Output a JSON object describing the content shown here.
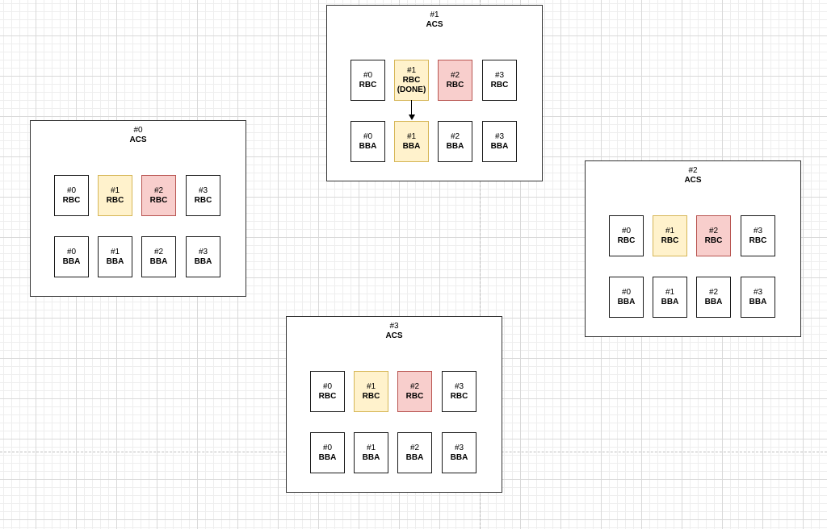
{
  "acs_label": "ACS",
  "boxes": [
    {
      "num": "#0",
      "rbc": [
        {
          "num": "#0",
          "label": "RBC",
          "status": ""
        },
        {
          "num": "#1",
          "label": "RBC",
          "status": ""
        },
        {
          "num": "#2",
          "label": "RBC",
          "status": ""
        },
        {
          "num": "#3",
          "label": "RBC",
          "status": ""
        }
      ],
      "bba": [
        {
          "num": "#0",
          "label": "BBA"
        },
        {
          "num": "#1",
          "label": "BBA"
        },
        {
          "num": "#2",
          "label": "BBA"
        },
        {
          "num": "#3",
          "label": "BBA"
        }
      ]
    },
    {
      "num": "#1",
      "rbc": [
        {
          "num": "#0",
          "label": "RBC",
          "status": ""
        },
        {
          "num": "#1",
          "label": "RBC",
          "status": "(DONE)"
        },
        {
          "num": "#2",
          "label": "RBC",
          "status": ""
        },
        {
          "num": "#3",
          "label": "RBC",
          "status": ""
        }
      ],
      "bba": [
        {
          "num": "#0",
          "label": "BBA"
        },
        {
          "num": "#1",
          "label": "BBA"
        },
        {
          "num": "#2",
          "label": "BBA"
        },
        {
          "num": "#3",
          "label": "BBA"
        }
      ]
    },
    {
      "num": "#2",
      "rbc": [
        {
          "num": "#0",
          "label": "RBC",
          "status": ""
        },
        {
          "num": "#1",
          "label": "RBC",
          "status": ""
        },
        {
          "num": "#2",
          "label": "RBC",
          "status": ""
        },
        {
          "num": "#3",
          "label": "RBC",
          "status": ""
        }
      ],
      "bba": [
        {
          "num": "#0",
          "label": "BBA"
        },
        {
          "num": "#1",
          "label": "BBA"
        },
        {
          "num": "#2",
          "label": "BBA"
        },
        {
          "num": "#3",
          "label": "BBA"
        }
      ]
    },
    {
      "num": "#3",
      "rbc": [
        {
          "num": "#0",
          "label": "RBC",
          "status": ""
        },
        {
          "num": "#1",
          "label": "RBC",
          "status": ""
        },
        {
          "num": "#2",
          "label": "RBC",
          "status": ""
        },
        {
          "num": "#3",
          "label": "RBC",
          "status": ""
        }
      ],
      "bba": [
        {
          "num": "#0",
          "label": "BBA"
        },
        {
          "num": "#1",
          "label": "BBA"
        },
        {
          "num": "#2",
          "label": "BBA"
        },
        {
          "num": "#3",
          "label": "BBA"
        }
      ]
    }
  ],
  "colors": {
    "yellow_fill": "#fff2cc",
    "yellow_border": "#d6b656",
    "red_fill": "#f8cecc",
    "red_border": "#b85450"
  }
}
